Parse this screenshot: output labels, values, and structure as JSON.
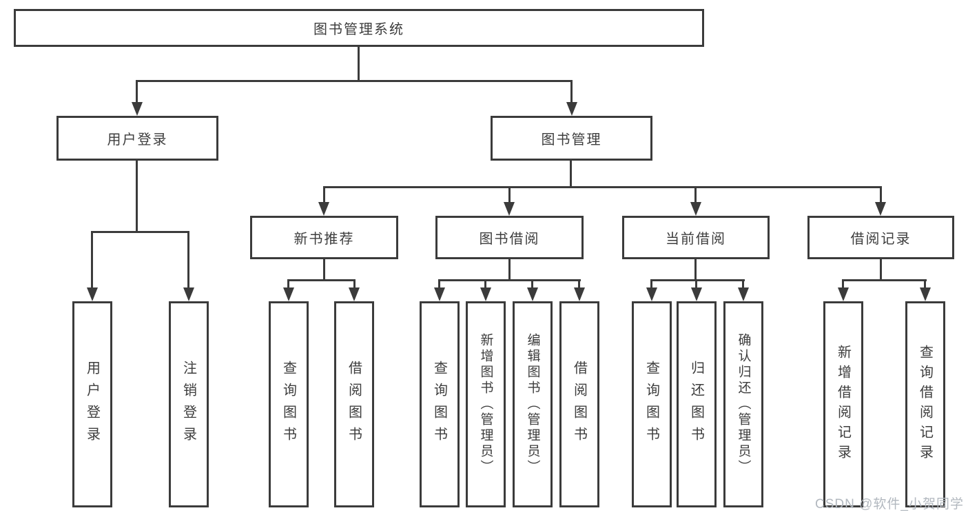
{
  "diagram": {
    "root": {
      "label": "图书管理系统"
    },
    "level2": [
      {
        "label": "用户登录"
      },
      {
        "label": "图书管理"
      }
    ],
    "level3": [
      {
        "label": "新书推荐"
      },
      {
        "label": "图书借阅"
      },
      {
        "label": "当前借阅"
      },
      {
        "label": "借阅记录"
      }
    ],
    "leaves": [
      {
        "label": "用户登录"
      },
      {
        "label": "注销登录"
      },
      {
        "label": "查询图书"
      },
      {
        "label": "借阅图书"
      },
      {
        "label": "查询图书"
      },
      {
        "label": "新增图书（管理员）"
      },
      {
        "label": "编辑图书（管理员）"
      },
      {
        "label": "借阅图书"
      },
      {
        "label": "查询图书"
      },
      {
        "label": "归还图书"
      },
      {
        "label": "确认归还（管理员）"
      },
      {
        "label": "新增借阅记录"
      },
      {
        "label": "查询借阅记录"
      }
    ],
    "watermark": "CSDN @软件_小贺同学",
    "colors": {
      "line": "#3b3b3b",
      "text": "#3d3d3d",
      "watermark": "#b2b8bf",
      "background": "#ffffff"
    }
  }
}
